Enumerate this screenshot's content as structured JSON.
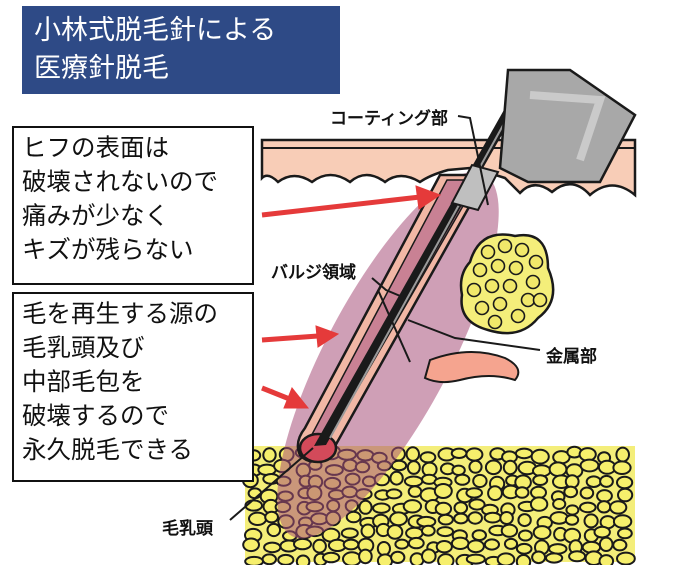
{
  "title": {
    "lines": [
      "小林式脱毛針による",
      "医療針脱毛"
    ]
  },
  "note_top": {
    "lines": [
      "ヒフの表面は",
      "破壊されないので",
      "痛みが少なく",
      "キズが残らない"
    ]
  },
  "note_bottom": {
    "lines": [
      "毛を再生する源の",
      "毛乳頭及び",
      "中部毛包を",
      "破壊するので",
      "永久脱毛できる"
    ]
  },
  "labels": {
    "coating": "コーティング部",
    "bulge": "バルジ領域",
    "metal": "金属部",
    "papilla": "毛乳頭"
  },
  "colors": {
    "title_bg": "#2e4a86",
    "skin": "#f8cdb7",
    "fat": "#f4ee7a",
    "follicle_glow": "#a8517a",
    "arrow": "#e53a3a",
    "needle": "#1a1a1a"
  }
}
